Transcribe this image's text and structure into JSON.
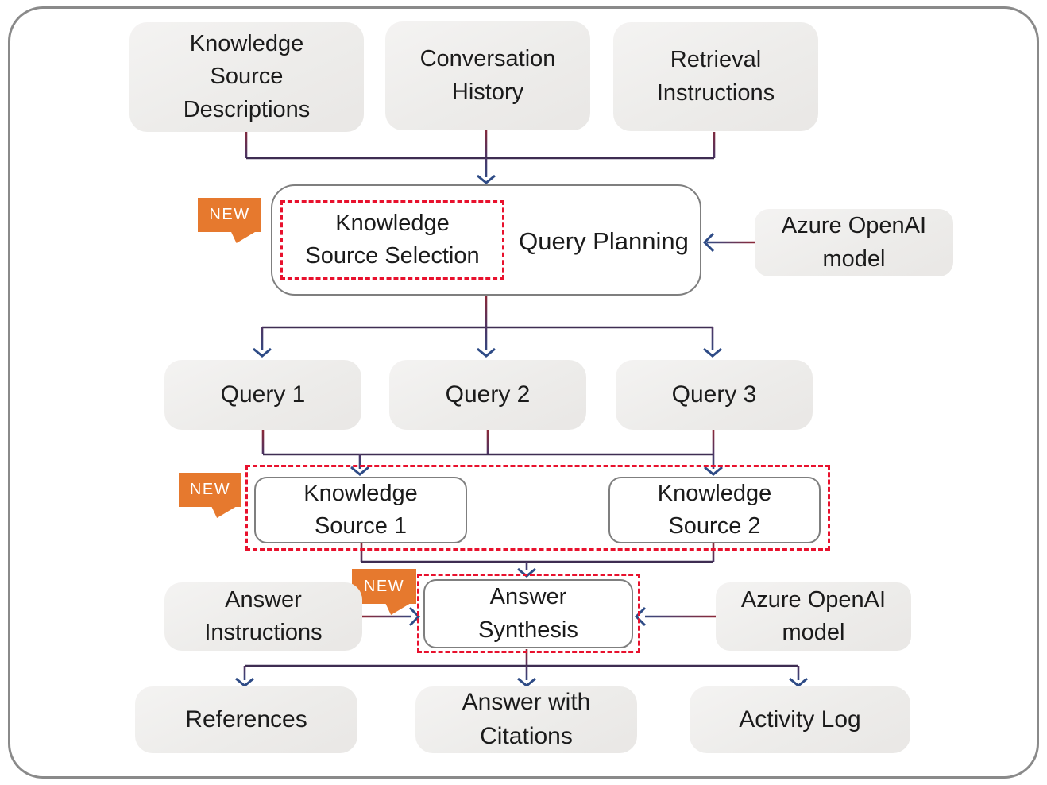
{
  "labels": {
    "new_badge": "NEW"
  },
  "nodes": {
    "knowledge_source_descriptions": "Knowledge\nSource\nDescriptions",
    "conversation_history": "Conversation\nHistory",
    "retrieval_instructions": "Retrieval\nInstructions",
    "query_planning": "Query Planning",
    "knowledge_source_selection": "Knowledge\nSource Selection",
    "azure_openai_model_top": "Azure OpenAI\nmodel",
    "query_1": "Query 1",
    "query_2": "Query 2",
    "query_3": "Query 3",
    "knowledge_source_1": "Knowledge\nSource 1",
    "knowledge_source_2": "Knowledge\nSource 2",
    "answer_instructions": "Answer\nInstructions",
    "answer_synthesis": "Answer\nSynthesis",
    "azure_openai_model_bottom": "Azure OpenAI\nmodel",
    "references": "References",
    "answer_with_citations": "Answer with\nCitations",
    "activity_log": "Activity Log"
  },
  "colors": {
    "dashed_highlight_red": "#E8112D",
    "badge_orange": "#E6792E",
    "connector_red": "#8B2838",
    "connector_purple": "#3E2D52",
    "arrowhead_navy": "#2E4B86",
    "node_gray_fill": "#EFEEEC",
    "node_border_gray": "#7F7F7F"
  }
}
